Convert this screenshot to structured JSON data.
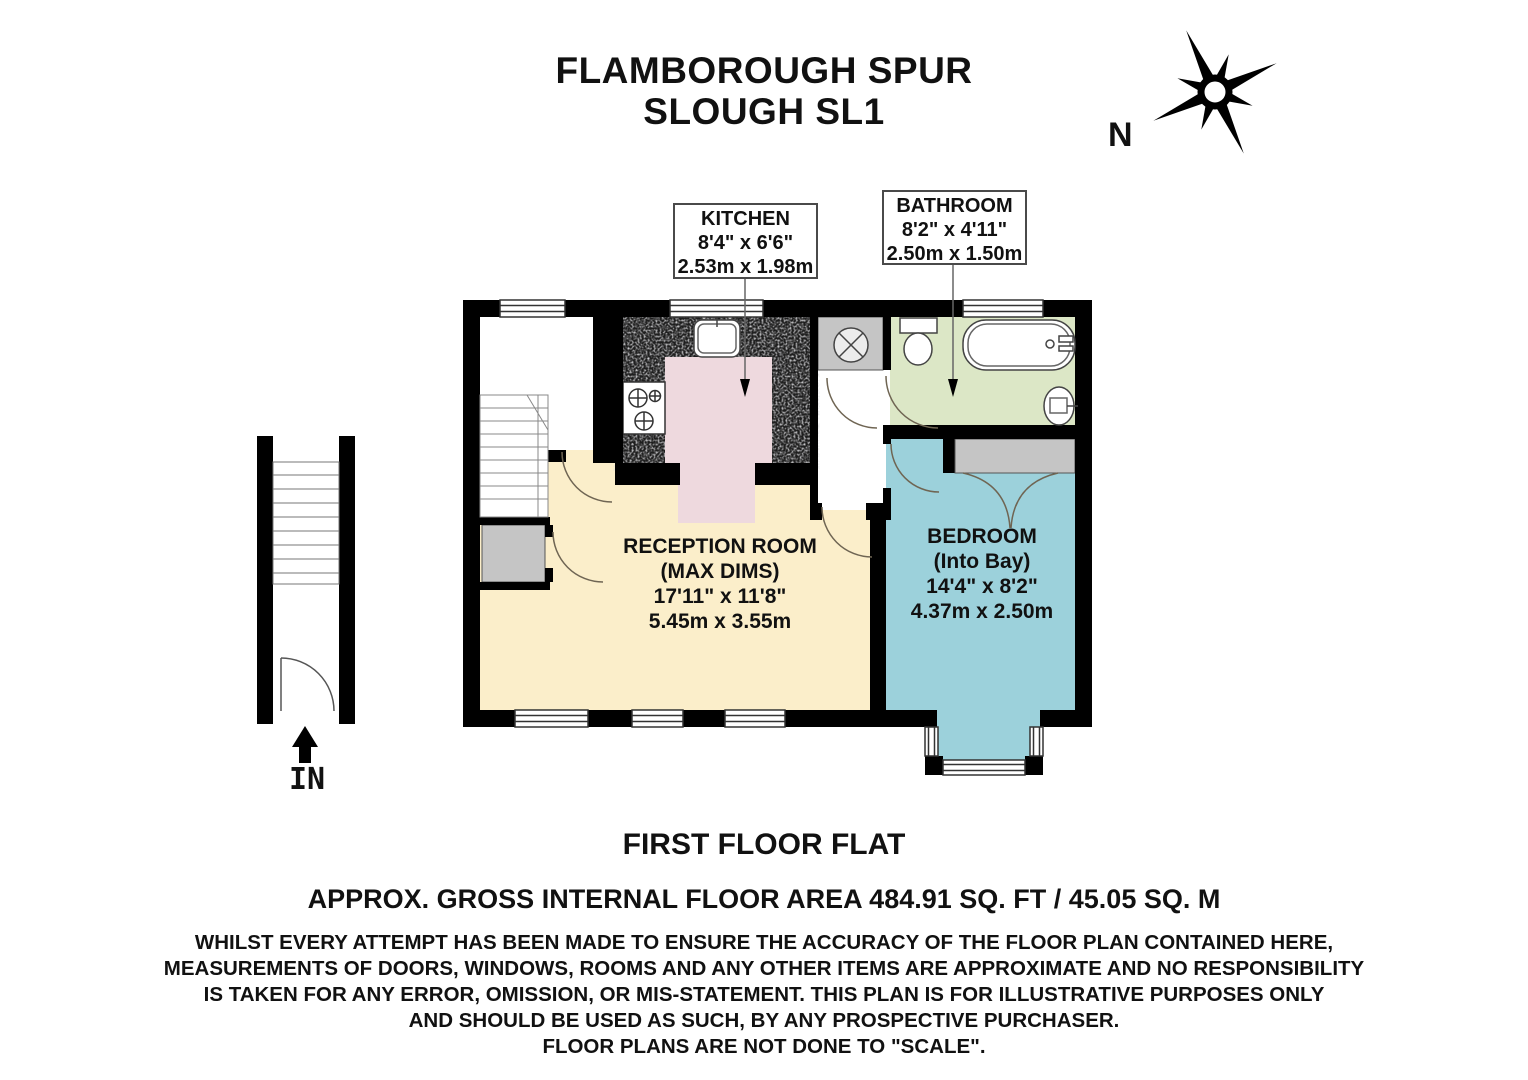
{
  "title": {
    "line1": "FLAMBOROUGH SPUR",
    "line2": "SLOUGH SL1"
  },
  "compass": {
    "north_label": "N"
  },
  "callouts": {
    "kitchen": {
      "name": "KITCHEN",
      "imperial": "8'4\" x 6'6\"",
      "metric": "2.53m x 1.98m"
    },
    "bathroom": {
      "name": "BATHROOM",
      "imperial": "8'2\" x 4'11\"",
      "metric": "2.50m x 1.50m"
    }
  },
  "rooms": {
    "reception": {
      "name": "RECEPTION ROOM",
      "note": "(MAX DIMS)",
      "imperial": "17'11\" x 11'8\"",
      "metric": "5.45m x 3.55m"
    },
    "bedroom": {
      "name": "BEDROOM",
      "note": "(Into Bay)",
      "imperial": "14'4\" x 8'2\"",
      "metric": "4.37m x 2.50m"
    }
  },
  "entrance": {
    "label": "IN"
  },
  "footer": {
    "floor_label": "FIRST FLOOR FLAT",
    "area_label": "APPROX. GROSS INTERNAL FLOOR AREA 484.91 SQ. FT / 45.05 SQ. M",
    "disclaimer": [
      "WHILST EVERY ATTEMPT HAS BEEN MADE TO ENSURE THE ACCURACY OF THE FLOOR PLAN CONTAINED HERE,",
      "MEASUREMENTS OF DOORS, WINDOWS, ROOMS AND ANY OTHER ITEMS ARE APPROXIMATE AND NO RESPONSIBILITY",
      "IS TAKEN FOR ANY ERROR, OMISSION, OR MIS-STATEMENT. THIS PLAN IS FOR ILLUSTRATIVE PURPOSES ONLY",
      "AND SHOULD BE USED AS SUCH, BY ANY PROSPECTIVE PURCHASER.",
      "FLOOR PLANS ARE NOT DONE TO \"SCALE\"."
    ]
  },
  "colors": {
    "reception_floor": "#fbeeca",
    "kitchen_floor": "#eed9de",
    "bathroom_floor": "#dce7c6",
    "bedroom_floor": "#9cd1db",
    "cupboard_grey": "#c5c5c5",
    "counter_dark": "#1e1e1e",
    "wall": "#000000"
  }
}
